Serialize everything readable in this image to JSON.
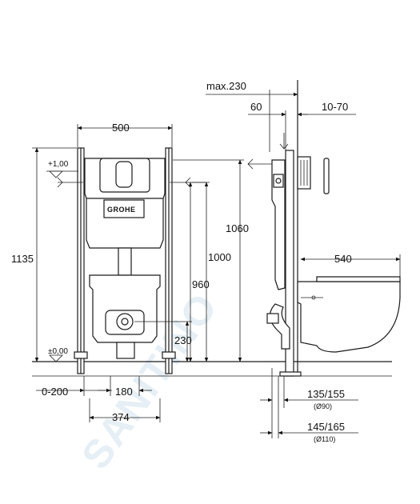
{
  "brand": "GROHE",
  "watermark": "SANITINO",
  "front_view": {
    "frame_width": "500",
    "total_height": "1135",
    "level_top": "+1,00",
    "level_floor": "±0,00",
    "height_1060": "1060",
    "height_1000": "1000",
    "height_960": "960",
    "height_230": "230",
    "offset_range": "0-200",
    "center_180": "180",
    "width_374": "374"
  },
  "side_view": {
    "max_depth": "max.230",
    "depth_60": "60",
    "depth_10_70": "10-70",
    "bowl_length": "540",
    "pipe_dn90": "135/155",
    "pipe_dn90_diam": "(Ø90)",
    "pipe_dn110": "145/165",
    "pipe_dn110_diam": "(Ø110)"
  }
}
